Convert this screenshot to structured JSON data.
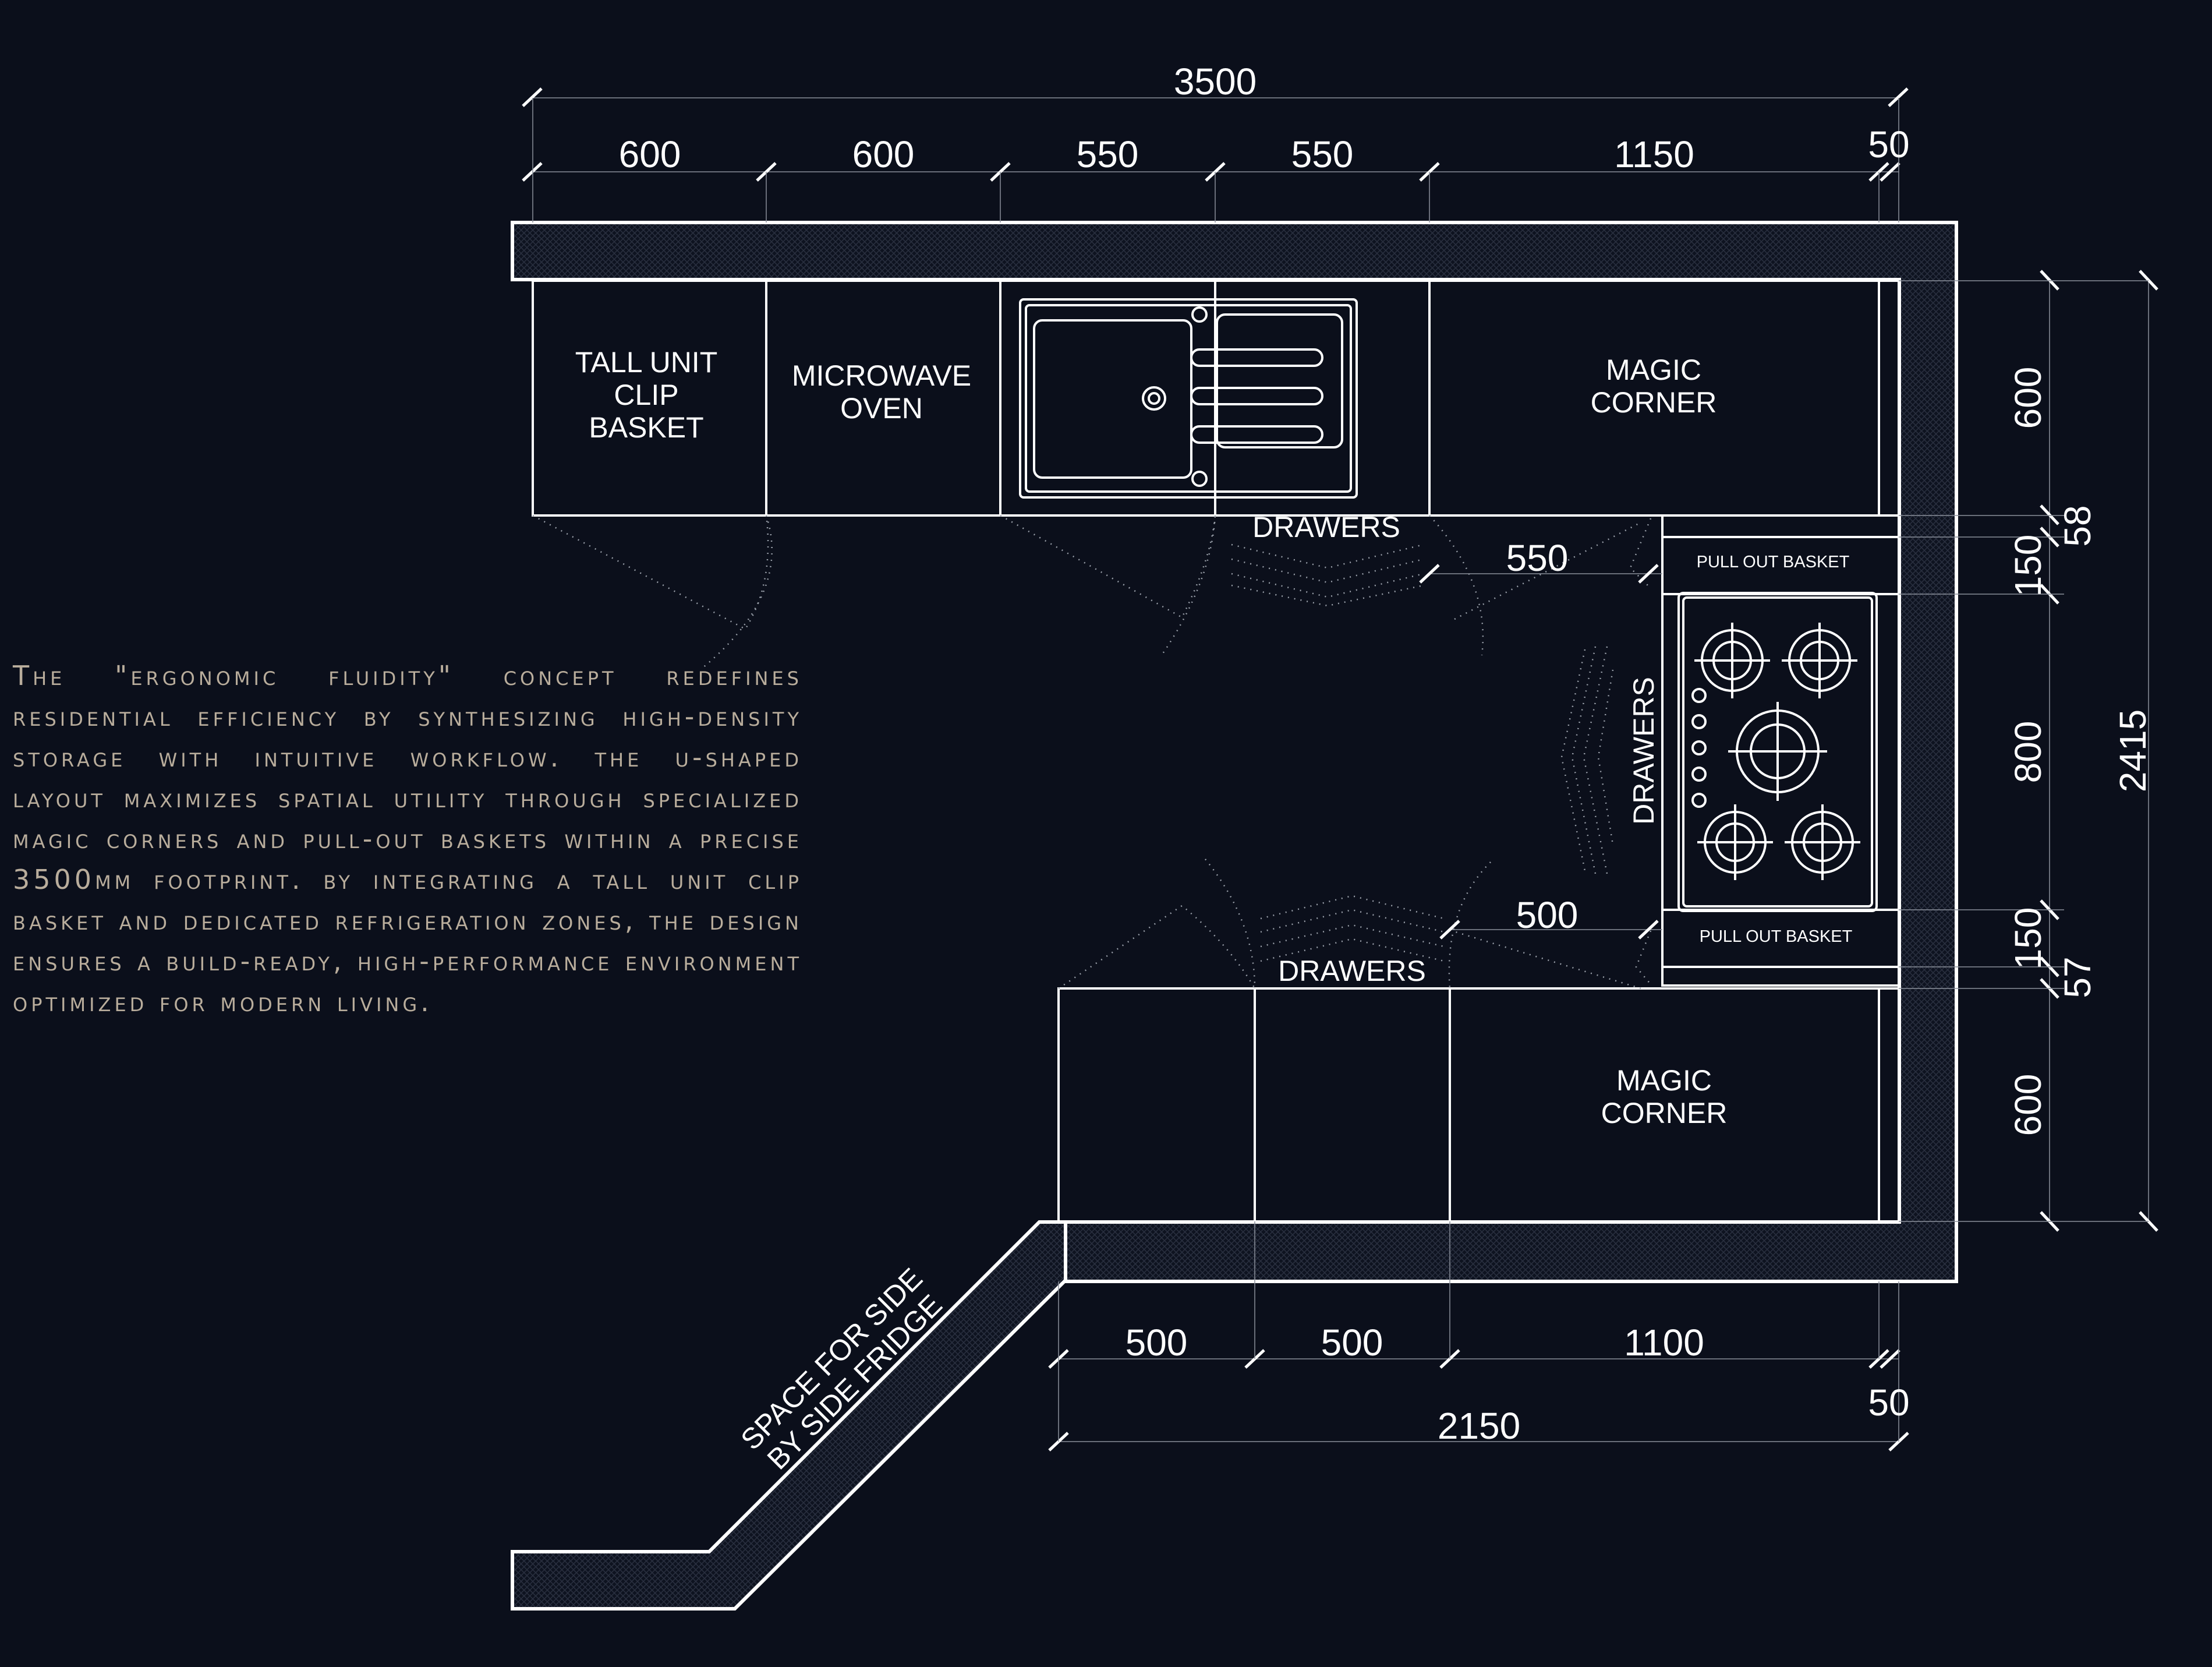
{
  "dimensions": {
    "top_total": "3500",
    "top_segments": [
      "600",
      "600",
      "550",
      "550",
      "1150",
      "50"
    ],
    "right_total": "2415",
    "right_segments": [
      "600",
      "58",
      "150",
      "800",
      "150",
      "57",
      "600"
    ],
    "bottom_segments": [
      "500",
      "500",
      "1100",
      "50"
    ],
    "bottom_total": "2150",
    "walkway_top": "550",
    "walkway_bottom": "500"
  },
  "units": {
    "tall_unit": "TALL UNIT\nCLIP\nBASKET",
    "microwave": "MICROWAVE\nOVEN",
    "magic_corner_top": "MAGIC\nCORNER",
    "magic_corner_bottom": "MAGIC\nCORNER",
    "drawers_top": "DRAWERS",
    "drawers_right": "DRAWERS",
    "drawers_bottom": "DRAWERS",
    "pull_out_basket_top": "PULL OUT BASKET",
    "pull_out_basket_bottom": "PULL OUT BASKET",
    "fridge_space": "SPACE FOR SIDE\nBY SIDE FRIDGE"
  },
  "description": "The \"Ergonomic Fluidity\" concept redefines residential efficiency by synthesizing high-density storage with intuitive workflow. The U-shaped layout maximizes spatial utility through specialized Magic Corners and Pull-Out Baskets within a precise 3500mm footprint. By integrating a Tall Unit Clip Basket and dedicated refrigeration zones, the design ensures a build-ready, high-performance environment optimized for modern living.",
  "colors": {
    "background": "#0b0f1b",
    "lines": "#ffffff",
    "description_text": "#b9ad9c"
  }
}
